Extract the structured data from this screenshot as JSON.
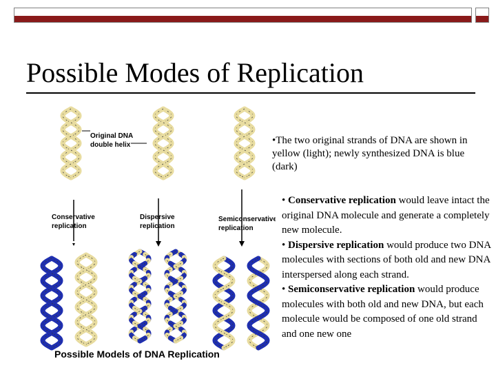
{
  "slide": {
    "title": "Possible Modes of Replication",
    "figure": {
      "label_original": "Original DNA double helix",
      "label_conservative": "Conservative replication",
      "label_dispersive": "Dispersive replication",
      "label_semiconservative": "Semiconservative replication",
      "caption": "Possible Models of DNA Replication",
      "color_old": "#e8dca0",
      "color_new": "#1f2fb0"
    },
    "intro": "•The two original strands of DNA are shown in yellow (light); newly synthesized DNA is blue (dark)",
    "bullets": [
      {
        "term": "Conservative replication",
        "text": " would leave intact the original DNA molecule and generate a completely new molecule."
      },
      {
        "term": "Dispersive replication",
        "text": " would produce two DNA molecules with sections of both old and new DNA interspersed along each strand."
      },
      {
        "term": "Semiconservative replication",
        "text": " would produce molecules with both old and new DNA, but each molecule would be composed of one old strand and one new one"
      }
    ]
  }
}
